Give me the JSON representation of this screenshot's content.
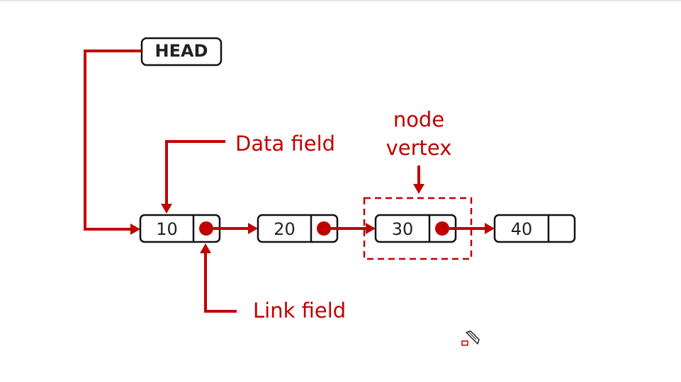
{
  "diagram": {
    "head_label": "HEAD",
    "nodes": [
      {
        "value": "10",
        "has_link_dot": true
      },
      {
        "value": "20",
        "has_link_dot": true
      },
      {
        "value": "30",
        "has_link_dot": true
      },
      {
        "value": "40",
        "has_link_dot": false
      }
    ],
    "annotations": {
      "data_field": "Data field",
      "link_field": "Link field",
      "node_line1": "node",
      "node_line2": "vertex"
    }
  },
  "colors": {
    "accent": "#c00000",
    "outline": "#111111",
    "text": "#222222",
    "background": "#ffffff"
  },
  "icons": {
    "cursor": "pen-cursor-icon"
  }
}
